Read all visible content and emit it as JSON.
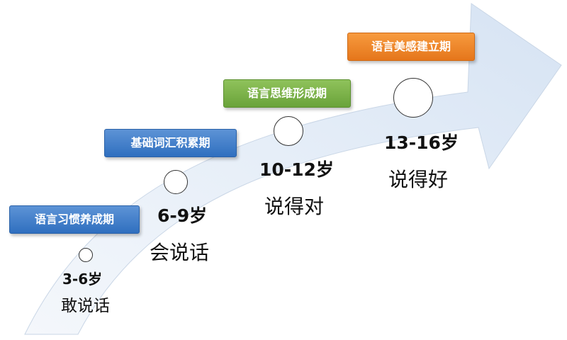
{
  "stages": [
    {
      "label": "语言习惯养成期",
      "age": "3-6岁",
      "desc": "敢说话",
      "color": "#3f7fcf"
    },
    {
      "label": "基础词汇积累期",
      "age": "6-9岁",
      "desc": "会说话",
      "color": "#3f7fcf"
    },
    {
      "label": "语言思维形成期",
      "age": "10-12岁",
      "desc": "说得对",
      "color": "#7ab648"
    },
    {
      "label": "语言美感建立期",
      "age": "13-16岁",
      "desc": "说得好",
      "color": "#f08a2c"
    }
  ],
  "arrow_color": "#e3ecf7"
}
